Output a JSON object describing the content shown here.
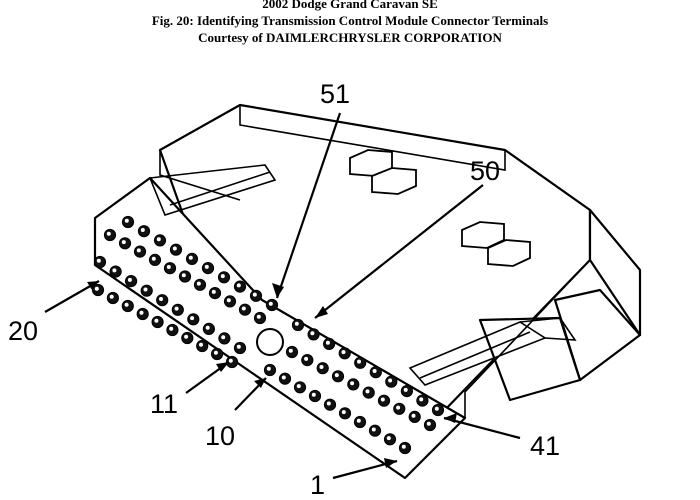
{
  "header": {
    "vehicle": "2002 Dodge Grand Caravan SE",
    "figure_title": "Fig. 20: Identifying Transmission Control Module Connector Terminals",
    "courtesy": "Courtesy of DAIMLERCHRYSLER CORPORATION"
  },
  "callouts": {
    "pin_51": "51",
    "pin_50": "50",
    "pin_20": "20",
    "pin_11": "11",
    "pin_10": "10",
    "pin_41": "41",
    "pin_1": "1"
  },
  "colors": {
    "ink": "#000000",
    "paper": "#ffffff",
    "pin": "#111111"
  }
}
